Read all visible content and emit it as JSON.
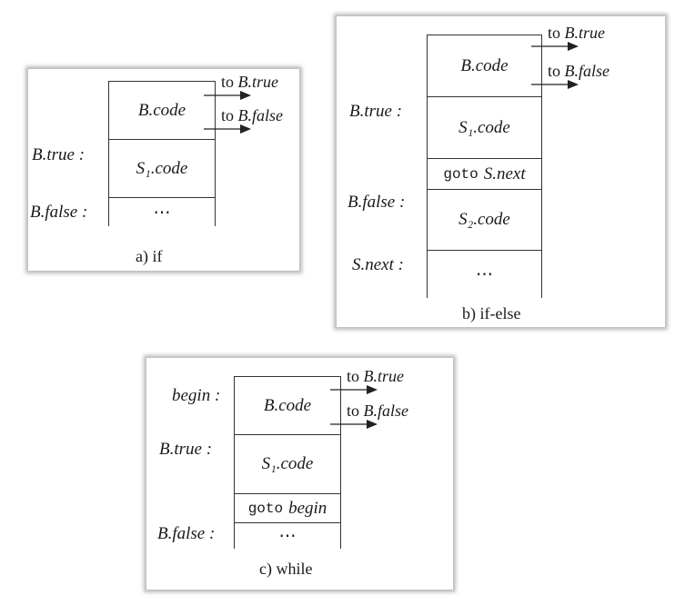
{
  "panels": {
    "if": {
      "caption": "a)  if",
      "cells": [
        "B.code",
        "S₁.code",
        "⋯"
      ],
      "labels": [
        "B.true :",
        "B.false :"
      ],
      "jumps": [
        {
          "prefix": "to",
          "target": "B.true"
        },
        {
          "prefix": "to",
          "target": "B.false"
        }
      ]
    },
    "if_else": {
      "caption": "b)  if-else",
      "cells": [
        {
          "text": "B.code"
        },
        {
          "text": "S₁.code"
        },
        {
          "keyword": "goto",
          "text": "S.next"
        },
        {
          "text": "S₂.code"
        },
        {
          "text": "⋯"
        }
      ],
      "labels": [
        "B.true :",
        "B.false :",
        "S.next :"
      ],
      "jumps": [
        {
          "prefix": "to",
          "target": "B.true"
        },
        {
          "prefix": "to",
          "target": "B.false"
        }
      ]
    },
    "while": {
      "caption": "c) while",
      "cells": [
        {
          "text": "B.code"
        },
        {
          "text": "S₁.code"
        },
        {
          "keyword": "goto",
          "text": "begin"
        },
        {
          "text": "⋯"
        }
      ],
      "labels": [
        "begin :",
        "B.true :",
        "B.false :"
      ],
      "jumps": [
        {
          "prefix": "to",
          "target": "B.true"
        },
        {
          "prefix": "to",
          "target": "B.false"
        }
      ]
    }
  }
}
